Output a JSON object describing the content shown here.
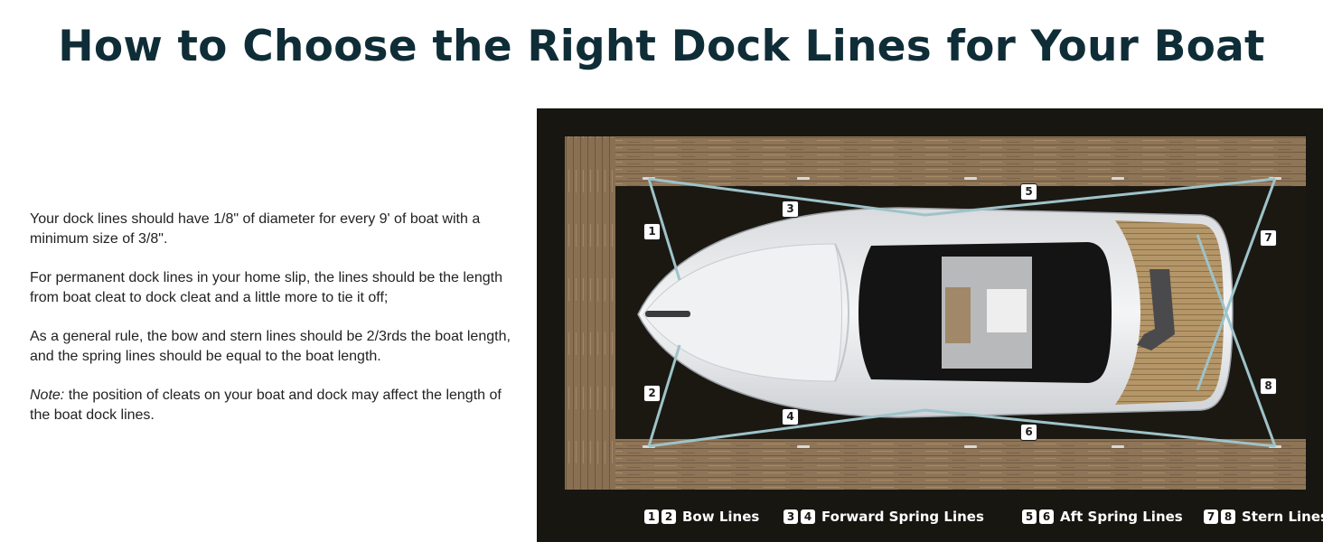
{
  "title": "How to Choose the Right Dock Lines for Your Boat",
  "paragraphs": {
    "p1": "Your dock lines should have 1/8\" of diameter for every 9' of boat with a minimum size of 3/8\".",
    "p2": "For permanent dock lines in your home slip, the lines should be the length from boat cleat to dock cleat and a little more to tie it off;",
    "p3": "As a general rule, the bow and stern lines should be 2/3rds the boat length, and the spring lines should be equal to the boat length.",
    "p4_prefix": "Note:",
    "p4_text": " the position of cleats on your boat and dock may affect the length of the boat dock lines."
  },
  "diagram": {
    "line_numbers": [
      "1",
      "2",
      "3",
      "4",
      "5",
      "6",
      "7",
      "8"
    ],
    "legend": [
      {
        "numbers": [
          "1",
          "2"
        ],
        "label": "Bow Lines"
      },
      {
        "numbers": [
          "3",
          "4"
        ],
        "label": "Forward Spring Lines"
      },
      {
        "numbers": [
          "5",
          "6"
        ],
        "label": "Aft Spring Lines"
      },
      {
        "numbers": [
          "7",
          "8"
        ],
        "label": "Stern Lines"
      }
    ],
    "colors": {
      "background": "#171611",
      "dock_wood": "#8f7557",
      "water": "#1b1812",
      "dock_line": "#9ec3c9",
      "hull": "#e9eaec",
      "cabin_glass": "#141414",
      "teak_deck": "#b59668",
      "title_text": "#0f2d37"
    }
  }
}
